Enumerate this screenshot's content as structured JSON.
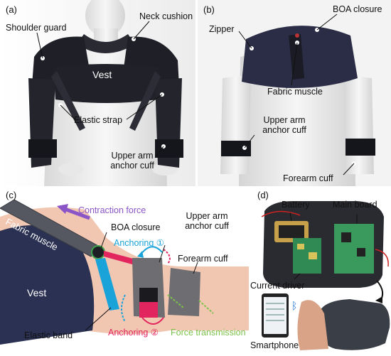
{
  "panels": {
    "a": {
      "letter": "(a)",
      "labels": {
        "shoulder_guard": "Shoulder guard",
        "neck_cushion": "Neck cushion",
        "vest": "Vest",
        "elastic_strap": "Elastic strap",
        "upper_arm_anchor_cuff_1": "Upper arm",
        "upper_arm_anchor_cuff_2": "anchor cuff"
      }
    },
    "b": {
      "letter": "(b)",
      "labels": {
        "zipper": "Zipper",
        "boa_closure": "BOA closure",
        "fabric_muscle": "Fabric muscle",
        "upper_arm_anchor_cuff_1": "Upper arm",
        "upper_arm_anchor_cuff_2": "anchor cuff",
        "forearm_cuff": "Forearm cuff"
      }
    },
    "c": {
      "letter": "(c)",
      "labels": {
        "contraction_force": "Contraction force",
        "fabric_muscle": "Fabric muscle",
        "boa_closure": "BOA closure",
        "upper_arm_anchor_cuff_1": "Upper arm",
        "upper_arm_anchor_cuff_2": "anchor cuff",
        "anchoring_1": "Anchoring ①",
        "forearm_cuff": "Forearm cuff",
        "vest": "Vest",
        "elastic_band": "Elastic band",
        "anchoring_2": "Anchoring ②",
        "force_transmission": "Force transmission"
      }
    },
    "d": {
      "letter": "(d)",
      "labels": {
        "battery": "Battery",
        "main_board": "Main board",
        "current_driver": "Current driver",
        "smartphone": "Smartphone"
      }
    }
  },
  "colors": {
    "contraction": "#8a55c7",
    "anchoring_1": "#1aa3d9",
    "anchoring_2": "#e2245f",
    "force_transmission": "#7cc24a"
  }
}
